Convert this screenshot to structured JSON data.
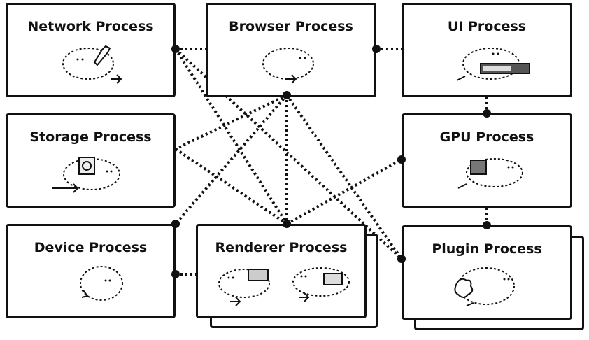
{
  "processes": {
    "network": {
      "label": "Network Process"
    },
    "browser": {
      "label": "Browser Process"
    },
    "ui": {
      "label": "UI Process"
    },
    "storage": {
      "label": "Storage Process"
    },
    "gpu": {
      "label": "GPU Process"
    },
    "device": {
      "label": "Device Process"
    },
    "renderer": {
      "label": "Renderer Process"
    },
    "plugin": {
      "label": "Plugin Process"
    }
  },
  "connections": [
    [
      "network",
      "browser"
    ],
    [
      "browser",
      "ui"
    ],
    [
      "ui",
      "gpu"
    ],
    [
      "gpu",
      "plugin"
    ],
    [
      "device",
      "renderer"
    ],
    [
      "browser",
      "storage"
    ],
    [
      "browser",
      "device"
    ],
    [
      "browser",
      "renderer"
    ],
    [
      "browser",
      "plugin"
    ],
    [
      "network",
      "renderer"
    ],
    [
      "network",
      "plugin"
    ],
    [
      "storage",
      "renderer"
    ],
    [
      "renderer",
      "gpu"
    ]
  ],
  "colors": {
    "line": "#111111",
    "box_border": "#111111",
    "background": "#ffffff"
  }
}
